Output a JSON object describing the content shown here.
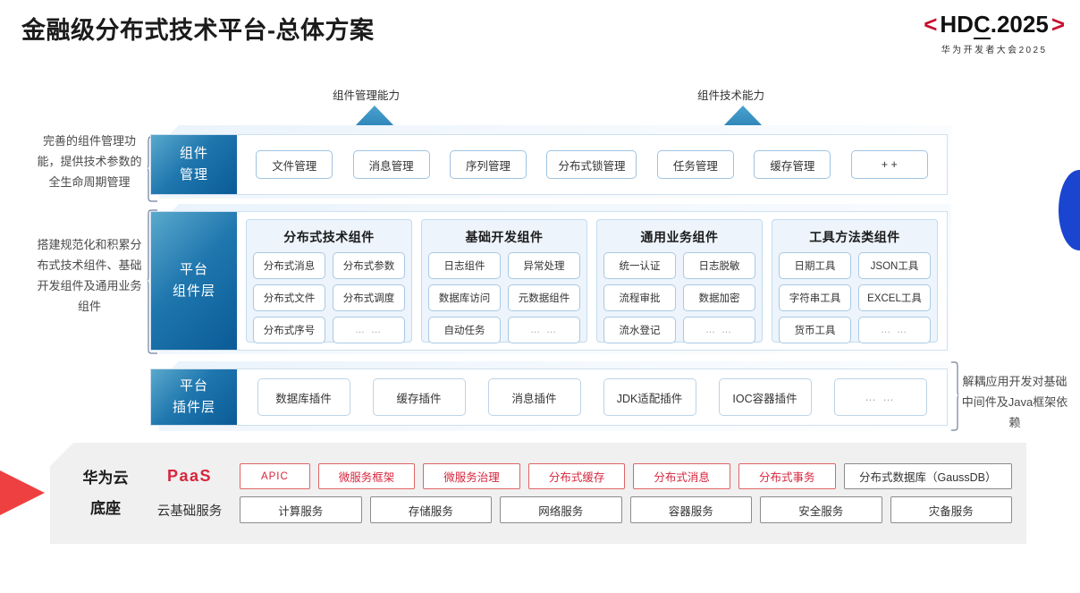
{
  "header": {
    "title": "金融级分布式技术平台-总体方案",
    "logo": {
      "left_bracket": "<",
      "text_h": "H",
      "text_d": "D",
      "text_c": "C",
      "text_rest": ".2025",
      "right_bracket": ">",
      "subtitle": "华为开发者大会2025",
      "bracket_color": "#c8102e"
    }
  },
  "arrows": {
    "left_label": "组件管理能力",
    "right_label": "组件技术能力",
    "color": "#1678ad"
  },
  "side_notes": {
    "left_top": "完善的组件管理功能，提供技术参数的全生命周期管理",
    "left_middle": "搭建规范化和积累分布式技术组件、基础开发组件及通用业务组件",
    "right": "解耦应用开发对基础中间件及Java框架依赖"
  },
  "component_management": {
    "label_line1": "组件",
    "label_line2": "管理",
    "items": [
      "文件管理",
      "消息管理",
      "序列管理",
      "分布式锁管理",
      "任务管理",
      "缓存管理",
      "+ +"
    ]
  },
  "platform_component_layer": {
    "label_line1": "平台",
    "label_line2": "组件层",
    "groups": [
      {
        "title": "分布式技术组件",
        "cells": [
          "分布式消息",
          "分布式参数",
          "分布式文件",
          "分布式调度",
          "分布式序号",
          "… …"
        ]
      },
      {
        "title": "基础开发组件",
        "cells": [
          "日志组件",
          "异常处理",
          "数据库访问",
          "元数据组件",
          "自动任务",
          "… …"
        ]
      },
      {
        "title": "通用业务组件",
        "cells": [
          "统一认证",
          "日志脱敏",
          "流程审批",
          "数据加密",
          "流水登记",
          "… …"
        ]
      },
      {
        "title": "工具方法类组件",
        "cells": [
          "日期工具",
          "JSON工具",
          "字符串工具",
          "EXCEL工具",
          "货币工具",
          "… …"
        ]
      }
    ]
  },
  "platform_plugin_layer": {
    "label_line1": "平台",
    "label_line2": "插件层",
    "items": [
      "数据库插件",
      "缓存插件",
      "消息插件",
      "JDK适配插件",
      "IOC容器插件",
      "… …"
    ]
  },
  "huawei_cloud_base": {
    "title_line1": "华为云",
    "title_line2": "底座",
    "paas_label": "PaaS",
    "paas_items": [
      {
        "label": "APIC",
        "style": "accent-narrow"
      },
      {
        "label": "微服务框架",
        "style": "accent"
      },
      {
        "label": "微服务治理",
        "style": "accent"
      },
      {
        "label": "分布式缓存",
        "style": "accent"
      },
      {
        "label": "分布式消息",
        "style": "accent"
      },
      {
        "label": "分布式事务",
        "style": "accent"
      },
      {
        "label": "分布式数据库（GaussDB）",
        "style": "neutral-wide"
      }
    ],
    "infra_label": "云基础服务",
    "infra_items": [
      "计算服务",
      "存储服务",
      "网络服务",
      "容器服务",
      "安全服务",
      "灾备服务"
    ]
  },
  "colors": {
    "accent_red": "#d7263d",
    "layer_blue": "#0a5b97",
    "panel_blue": "#edf4fb",
    "base_gray": "#f0f0f0"
  }
}
